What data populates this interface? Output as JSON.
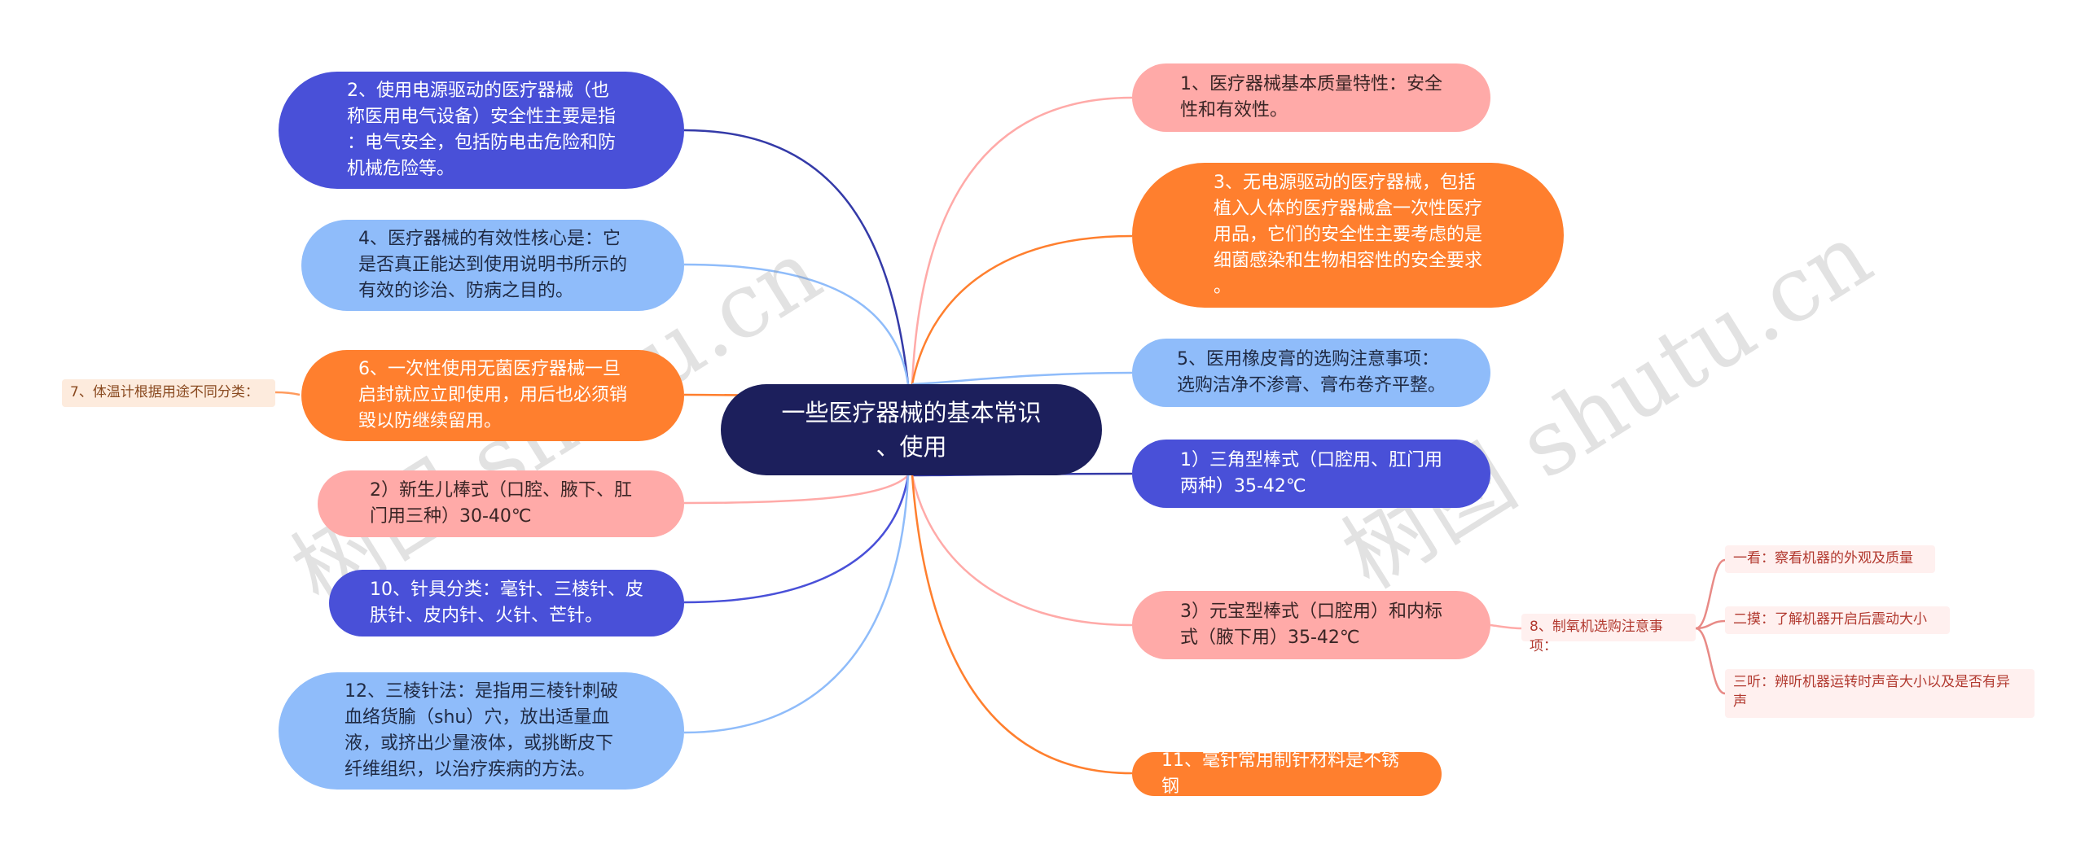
{
  "root": {
    "label": "一些医疗器械的基本常识\n、使用"
  },
  "left_nodes": [
    {
      "id": "n2",
      "label": "2、使用电源驱动的医疗器械（也\n称医用电气设备）安全性主要是指\n：电气安全，包括防电击危险和防\n机械危险等。",
      "color": "#4950d8"
    },
    {
      "id": "n4",
      "label": "4、医疗器械的有效性核心是：它\n是否真正能达到使用说明书所示的\n有效的诊治、防病之目的。",
      "color": "#8fbcfa"
    },
    {
      "id": "n6",
      "label": "6、一次性使用无菌医疗器械一旦\n启封就应立即使用，用后也必须销\n毁以防继续留用。",
      "color": "#ff7f2e"
    },
    {
      "id": "n2b",
      "label": "2）新生儿棒式（口腔、腋下、肛\n门用三种）30-40℃",
      "color": "#ffaaa8"
    },
    {
      "id": "n10",
      "label": "10、针具分类：毫针、三棱针、皮\n肤针、皮内针、火针、芒针。",
      "color": "#4950d8"
    },
    {
      "id": "n12",
      "label": "12、三棱针法：是指用三棱针刺破\n血络货腧（shu）穴，放出适量血\n液，或挤出少量液体，或挑断皮下\n纤维组织，以治疗疾病的方法。",
      "color": "#8fbcfa"
    }
  ],
  "right_nodes": [
    {
      "id": "n1",
      "label": "1、医疗器械基本质量特性：安全\n性和有效性。",
      "color": "#ffaaa8"
    },
    {
      "id": "n3",
      "label": "3、无电源驱动的医疗器械，包括\n植入人体的医疗器械盒一次性医疗\n用品，它们的安全性主要考虑的是\n细菌感染和生物相容性的安全要求\n。",
      "color": "#ff7f2e"
    },
    {
      "id": "n5",
      "label": "5、医用橡皮膏的选购注意事项：\n选购洁净不渗膏、膏布卷齐平整。",
      "color": "#8fbcfa"
    },
    {
      "id": "n1b",
      "label": "1）三角型棒式（口腔用、肛门用\n两种）35-42℃",
      "color": "#4950d8"
    },
    {
      "id": "n3b",
      "label": "3）元宝型棒式（口腔用）和内标\n式（腋下用）35-42℃",
      "color": "#ffaaa8"
    },
    {
      "id": "n11",
      "label": "11、毫针常用制针材料是不锈钢",
      "color": "#ff7f2e"
    }
  ],
  "side_leaves": {
    "n7": "7、体温计根据用途不同分类：",
    "n8": "8、制氧机选购注意事项：",
    "n8_children": [
      "一看：察看机器的外观及质量",
      "二摸：了解机器开启后震动大小",
      "三听：辨听机器运转时声音大小以及是否有异\n声"
    ]
  },
  "watermarks": [
    "树图 shutu.cn",
    "树图 shutu.cn"
  ]
}
